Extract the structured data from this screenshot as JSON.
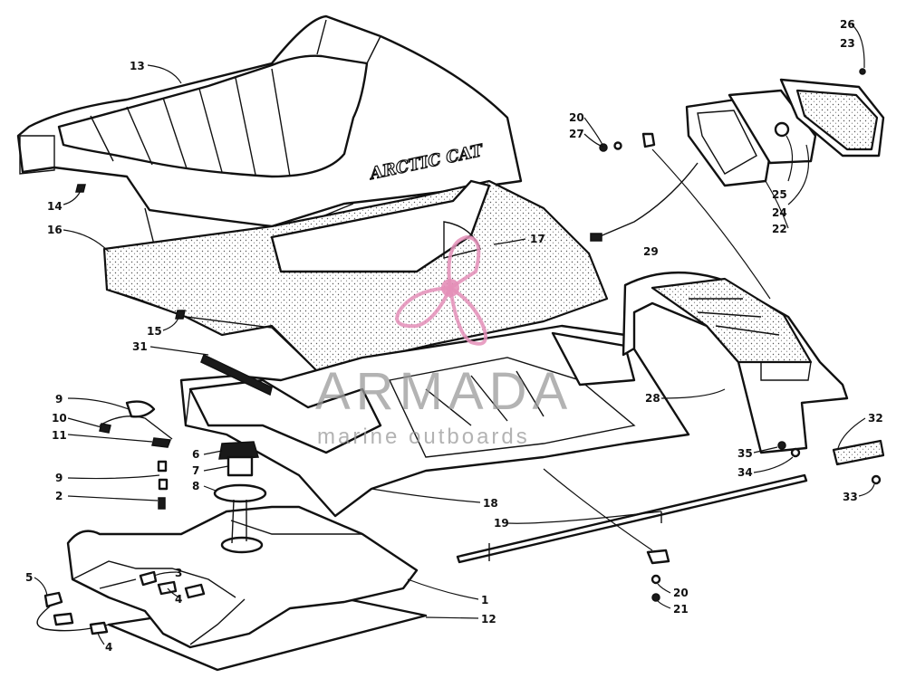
{
  "diagram": {
    "seat_logo": "ARCTIC CAT",
    "watermark": {
      "brand": "ARMADA",
      "tagline": "marine outboards",
      "color": "#e48fb8"
    },
    "callouts": [
      {
        "id": "c13",
        "text": "13"
      },
      {
        "id": "c14",
        "text": "14"
      },
      {
        "id": "c16",
        "text": "16"
      },
      {
        "id": "c15",
        "text": "15"
      },
      {
        "id": "c17",
        "text": "17"
      },
      {
        "id": "c31",
        "text": "31"
      },
      {
        "id": "c26",
        "text": "26"
      },
      {
        "id": "c23",
        "text": "23"
      },
      {
        "id": "c20a",
        "text": "20"
      },
      {
        "id": "c27",
        "text": "27"
      },
      {
        "id": "c25",
        "text": "25"
      },
      {
        "id": "c24",
        "text": "24"
      },
      {
        "id": "c22",
        "text": "22"
      },
      {
        "id": "c29",
        "text": "29"
      },
      {
        "id": "c28",
        "text": "28"
      },
      {
        "id": "c32",
        "text": "32"
      },
      {
        "id": "c35",
        "text": "35"
      },
      {
        "id": "c34",
        "text": "34"
      },
      {
        "id": "c33",
        "text": "33"
      },
      {
        "id": "c9a",
        "text": "9"
      },
      {
        "id": "c10",
        "text": "10"
      },
      {
        "id": "c11",
        "text": "11"
      },
      {
        "id": "c9b",
        "text": "9"
      },
      {
        "id": "c2",
        "text": "2"
      },
      {
        "id": "c6",
        "text": "6"
      },
      {
        "id": "c7",
        "text": "7"
      },
      {
        "id": "c8",
        "text": "8"
      },
      {
        "id": "c18",
        "text": "18"
      },
      {
        "id": "c19",
        "text": "19"
      },
      {
        "id": "c20b",
        "text": "20"
      },
      {
        "id": "c21",
        "text": "21"
      },
      {
        "id": "c1",
        "text": "1"
      },
      {
        "id": "c12",
        "text": "12"
      },
      {
        "id": "c5",
        "text": "5"
      },
      {
        "id": "c3",
        "text": "3"
      },
      {
        "id": "c4a",
        "text": "4"
      },
      {
        "id": "c4b",
        "text": "4"
      }
    ]
  }
}
